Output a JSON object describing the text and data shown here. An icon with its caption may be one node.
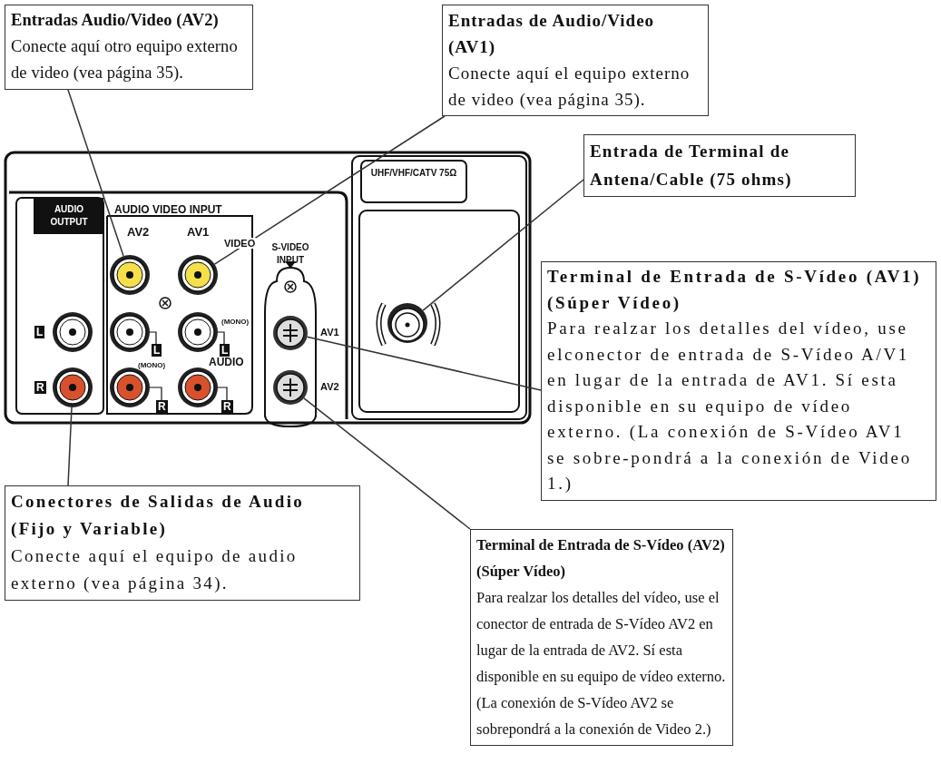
{
  "diagram": {
    "nodes": [
      {
        "text": [
          "Entradas Audio/Video (AV2)",
          "Conecte aquí otro equipo externo de video (vea página 35)."
        ]
      },
      {
        "text": [
          "Entradas de Audio/Video (AV1)",
          "Conecte aquí el equipo externo de video (vea página 35)."
        ]
      },
      {
        "text": [
          "Entrada de Terminal de Antena/Cable (75 ohms)"
        ]
      },
      {
        "text": [
          "Terminal de Entrada de S-Vídeo (AV1) (Súper Vídeo)",
          "Para realzar los detalles del vídeo, use elconector de entrada de S-Vídeo A/V1 en lugar de la entrada de AV1. Sí esta disponible en su equipo de vídeo externo. (La conexión de S-Vídeo AV1 se sobre-pondrá a la conexión de Video 1.)"
        ]
      },
      {
        "text": [
          "Conectores de Salidas de Audio (Fijo y Variable)",
          "Conecte aquí el equipo de audio externo (vea página 34)."
        ]
      },
      {
        "text": [
          "Terminal de Entrada de S-Vídeo (AV2) (Súper Vídeo)",
          "Para realzar los detalles del vídeo, use el conector de entrada de S-Vídeo AV2 en lugar de la entrada de AV2. Sí esta disponible en su equipo de vídeo externo. (La conexión de S-Vídeo AV2 se sobrepondrá a la conexión de Video 2.)"
        ]
      },
      {
        "text": [],
        "shape": "circle"
      },
      {
        "text": [],
        "shape": "circle"
      },
      {
        "text": [],
        "shape": "circle"
      },
      {
        "text": [],
        "shape": "circle"
      },
      {
        "text": [],
        "shape": "circle"
      },
      {
        "text": [],
        "shape": "circle"
      },
      {
        "text": [],
        "shape": "circle"
      },
      {
        "text": [],
        "shape": "circle"
      },
      {
        "text": [],
        "shape": "circle"
      },
      {
        "text": [],
        "shape": "circle"
      },
      {
        "text": [],
        "shape": "circle"
      }
    ],
    "edges": [
      {
        "from": 0,
        "to": 6,
        "arrow": "none"
      },
      {
        "from": 1,
        "to": 7,
        "arrow": "none"
      },
      {
        "from": 2,
        "to": 8,
        "arrow": "none"
      },
      {
        "from": 3,
        "to": 9,
        "arrow": "none"
      },
      {
        "from": 4,
        "to": 10,
        "arrow": "none"
      },
      {
        "from": 5,
        "to": 11,
        "arrow": "none"
      }
    ],
    "labels": [
      "UHF/VHF/CATV 75Ω",
      "AUDIO OUTPUT",
      "AUDIO VIDEO INPUT",
      "AV2",
      "AV1",
      "VIDEO",
      "S-VIDEO INPUT",
      "(MONO)",
      "L",
      "L",
      "L",
      "AV1",
      "(MONO)",
      "AUDIO",
      "R",
      "R",
      "R",
      "AV2"
    ]
  }
}
